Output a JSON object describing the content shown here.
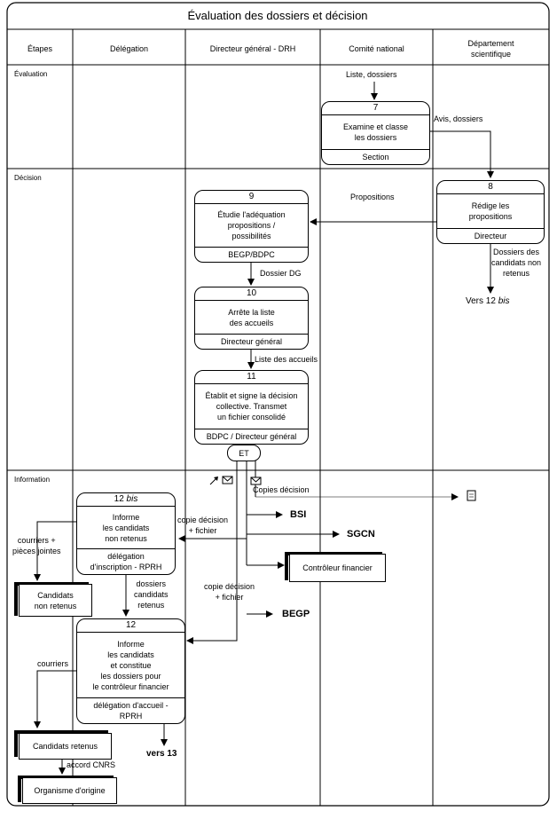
{
  "title": "Évaluation des dossiers et décision",
  "columns": [
    "Étapes",
    "Délégation",
    "Directeur général - DRH",
    "Comité national",
    "Département\nscientifique"
  ],
  "rows": [
    "Évaluation",
    "Décision",
    "Information"
  ],
  "processes": {
    "p7": {
      "num": "7",
      "action": "Examine et classe\nles dossiers",
      "actor": "Section"
    },
    "p8": {
      "num": "8",
      "action": "Rédige les\npropositions",
      "actor": "Directeur"
    },
    "p9": {
      "num": "9",
      "action": "Étudie l'adéquation\npropositions /\npossibilités",
      "actor": "BEGP/BDPC"
    },
    "p10": {
      "num": "10",
      "action": "Arrête la liste\ndes accueils",
      "actor": "Directeur général"
    },
    "p11": {
      "num": "11",
      "action": "Établit et signe la décision\ncollective. Transmet\nun fichier consolidé",
      "actor": "BDPC / Directeur général"
    },
    "p12bis": {
      "num": "12",
      "num_suffix": "bis",
      "action": "Informe\nles candidats\nnon retenus",
      "actor": "délégation\nd'inscription - RPRH"
    },
    "p12": {
      "num": "12",
      "action": "Informe\nles candidats\net constitue\nles dossiers pour\nle contrôleur financier",
      "actor": "délégation d'accueil -\nRPRH"
    }
  },
  "connector": "ET",
  "labels": {
    "liste_dossiers": "Liste, dossiers",
    "avis_dossiers": "Avis, dossiers",
    "propositions": "Propositions",
    "dossiers_non_retenus": "Dossiers des\ncandidats non\nretenus",
    "vers12bis_a": "Vers 12",
    "vers12bis_b": "bis",
    "dossier_dg": "Dossier DG",
    "liste_accueils": "Liste des accueils",
    "copies_decision": "Copies décision",
    "copie_fichier_1": "copie décision\n+ fichier",
    "copie_fichier_2": "copie décision\n+ fichier",
    "courriers_pieces": "courriers  +\npièces jointes",
    "dossiers_retenus": "dossiers\ncandidats\nretenus",
    "courriers": "courriers",
    "accord": "accord CNRS",
    "vers13": "vers 13"
  },
  "destinations": {
    "bsi": "BSI",
    "sgcn": "SGCN",
    "begp": "BEGP"
  },
  "externals": {
    "controleur": "Contrôleur financier",
    "non_retenus": "Candidats\nnon retenus",
    "retenus": "Candidats retenus",
    "origine": "Organisme d'origine"
  }
}
